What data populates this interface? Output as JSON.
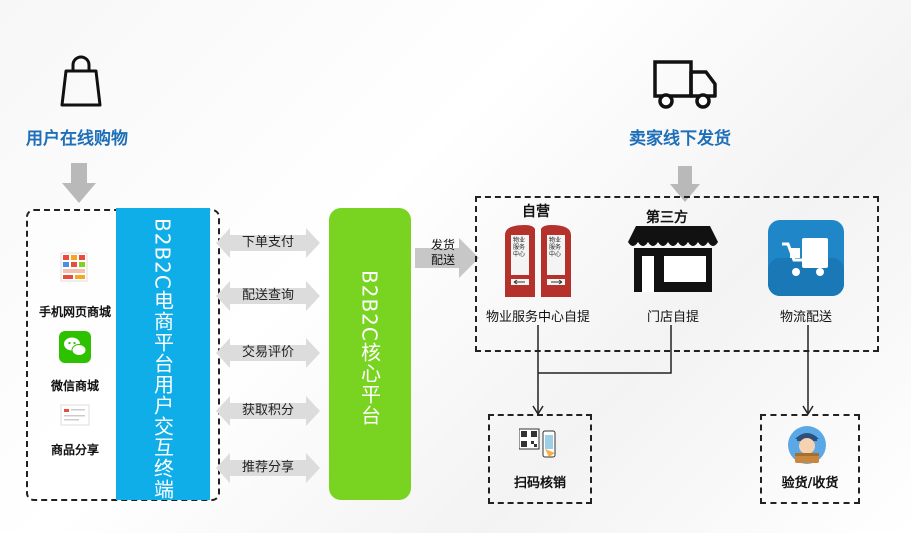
{
  "left_header": {
    "title": "用户在线购物",
    "icon": "shopping-bag-icon"
  },
  "right_header": {
    "title": "卖家线下发货",
    "icon": "delivery-truck-icon"
  },
  "channels": [
    {
      "label": "手机网页商城",
      "icon": "mobile-shop-icon"
    },
    {
      "label": "微信商城",
      "icon": "wechat-icon"
    },
    {
      "label": "商品分享",
      "icon": "product-share-icon"
    }
  ],
  "terminal_label": "B2B2C电商平台用户交互终端",
  "core_label": "B2B2C核心平台",
  "interactions": [
    "下单支付",
    "配送查询",
    "交易评价",
    "获取积分",
    "推荐分享"
  ],
  "ship_label": [
    "发货",
    "配送"
  ],
  "fulfillment": {
    "self_label": "自营",
    "third_party_label": "第三方",
    "sign_text": "物业服务中心",
    "items": [
      {
        "label": "物业服务中心自提",
        "icon": "property-center-icon"
      },
      {
        "label": "门店自提",
        "icon": "store-icon"
      },
      {
        "label": "物流配送",
        "icon": "logistics-truck-icon"
      }
    ]
  },
  "outcomes": [
    {
      "label": "扫码核销",
      "icon": "qr-scan-icon"
    },
    {
      "label": "验货/收货",
      "icon": "courier-icon"
    }
  ],
  "colors": {
    "accent_blue": "#1e6fb8",
    "terminal_blue": "#10aee8",
    "core_green": "#79d321",
    "arrow_gray": "#b9b9b9",
    "sign_red": "#b5312b"
  }
}
